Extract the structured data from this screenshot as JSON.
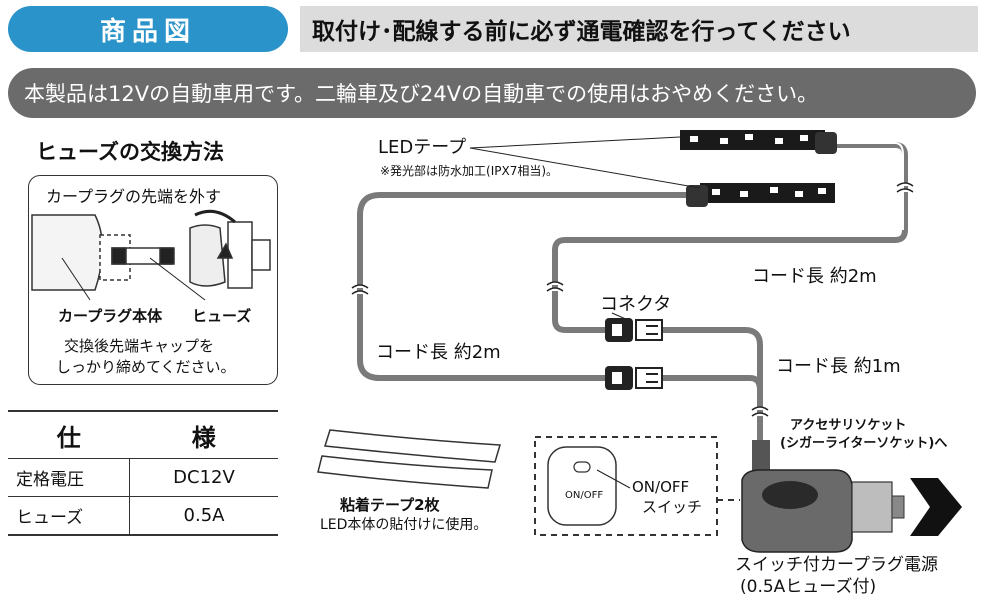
{
  "header": {
    "badge": "商品図",
    "warning": "取付け･配線する前に必ず通電確認を行ってください"
  },
  "notice": "本製品は12Vの自動車用です。二輪車及び24Vの自動車での使用はおやめください。",
  "fuse": {
    "title": "ヒューズの交換方法",
    "step": "カープラグの先端を外す",
    "body_label": "カープラグ本体",
    "fuse_label": "ヒューズ",
    "note_line1": "交換後先端キャップを",
    "note_line2": "しっかり締めてください。"
  },
  "spec": {
    "head1": "仕",
    "head2": "様",
    "rows": [
      {
        "key": "定格電圧",
        "value": "DC12V"
      },
      {
        "key": "ヒューズ",
        "value": "0.5A"
      }
    ]
  },
  "diagram": {
    "led_label": "LEDテープ",
    "led_note": "※発光部は防水加工(IPX7相当)。",
    "cord_2m_right": "コード長 約2m",
    "cord_2m_left": "コード長 約2m",
    "cord_1m": "コード長 約1m",
    "connector": "コネクタ",
    "tape_line1": "粘着テープ2枚",
    "tape_line2": "LED本体の貼付けに使用。",
    "switch_text": "ON/OFF",
    "switch_label_line1": "ON/OFF",
    "switch_label_line2": "スイッチ",
    "socket_line1": "アクセサリソケット",
    "socket_line2": "(シガーライターソケット)へ",
    "plug_line1": "スイッチ付カープラグ電源",
    "plug_line2": "(0.5Aヒューズ付)"
  },
  "colors": {
    "badge": "#2a93c9",
    "warning_bg": "#dcdcdc",
    "notice_bg": "#6b6b6b",
    "cord": "#7a7a7a"
  }
}
